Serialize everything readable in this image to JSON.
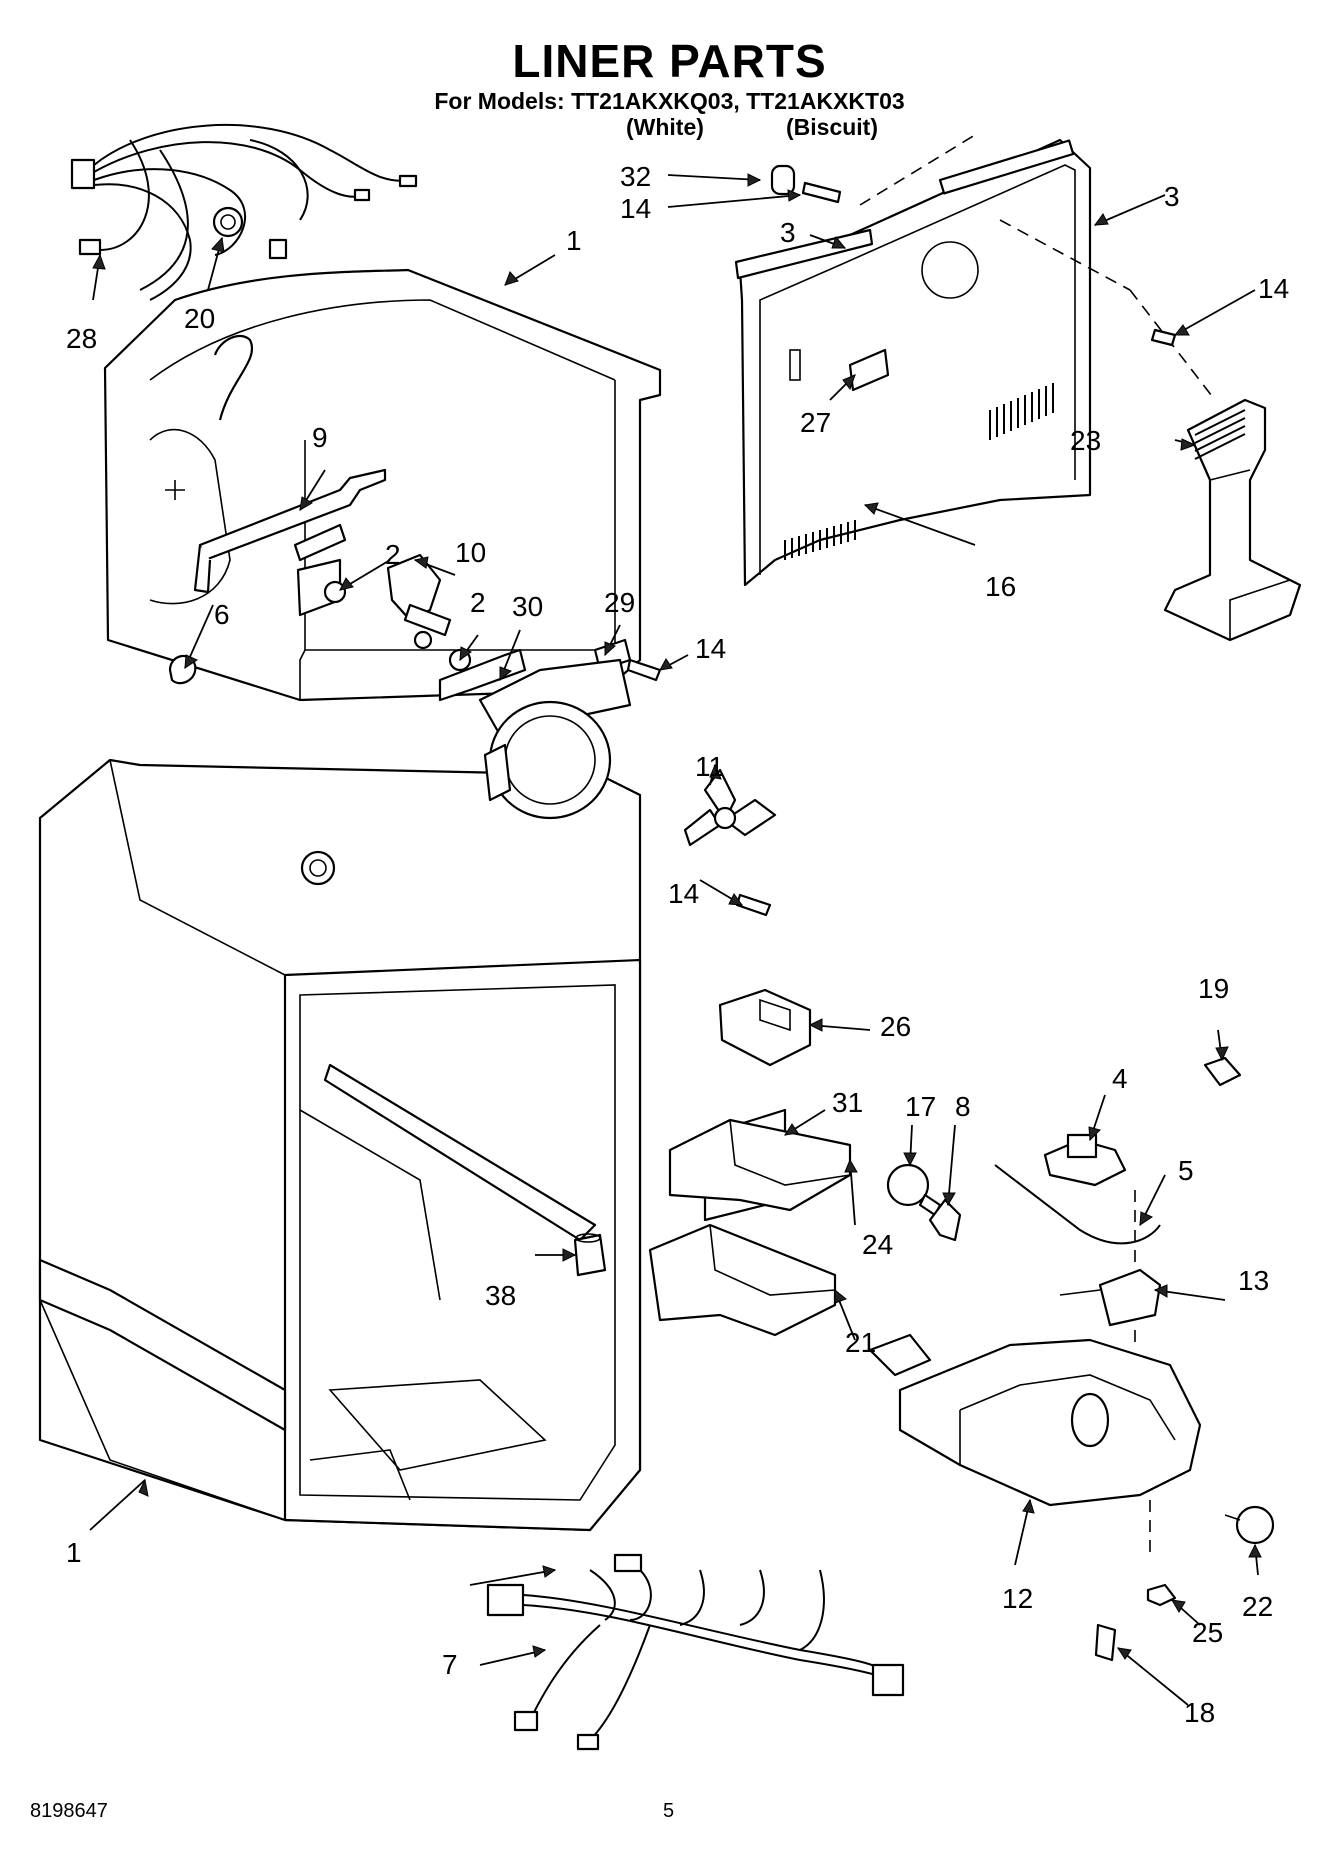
{
  "header": {
    "title": "LINER PARTS",
    "models_line": "For Models: TT21AKXKQ03, TT21AKXKT03",
    "variant_white": "(White)",
    "variant_biscuit": "(Biscuit)"
  },
  "callouts": [
    {
      "id": "c32",
      "label": "32"
    },
    {
      "id": "c14a",
      "label": "14"
    },
    {
      "id": "c3a",
      "label": "3"
    },
    {
      "id": "c3b",
      "label": "3"
    },
    {
      "id": "c14b",
      "label": "14"
    },
    {
      "id": "c1a",
      "label": "1"
    },
    {
      "id": "c28",
      "label": "28"
    },
    {
      "id": "c20",
      "label": "20"
    },
    {
      "id": "c27",
      "label": "27"
    },
    {
      "id": "c23",
      "label": "23"
    },
    {
      "id": "c16",
      "label": "16"
    },
    {
      "id": "c9",
      "label": "9"
    },
    {
      "id": "c2a",
      "label": "2"
    },
    {
      "id": "c10",
      "label": "10"
    },
    {
      "id": "c2b",
      "label": "2"
    },
    {
      "id": "c30",
      "label": "30"
    },
    {
      "id": "c29",
      "label": "29"
    },
    {
      "id": "c14c",
      "label": "14"
    },
    {
      "id": "c6",
      "label": "6"
    },
    {
      "id": "c11",
      "label": "11"
    },
    {
      "id": "c14d",
      "label": "14"
    },
    {
      "id": "c19",
      "label": "19"
    },
    {
      "id": "c26",
      "label": "26"
    },
    {
      "id": "c17",
      "label": "17"
    },
    {
      "id": "c8",
      "label": "8"
    },
    {
      "id": "c31",
      "label": "31"
    },
    {
      "id": "c4",
      "label": "4"
    },
    {
      "id": "c5",
      "label": "5"
    },
    {
      "id": "c24",
      "label": "24"
    },
    {
      "id": "c38",
      "label": "38"
    },
    {
      "id": "c13",
      "label": "13"
    },
    {
      "id": "c21",
      "label": "21"
    },
    {
      "id": "c1b",
      "label": "1"
    },
    {
      "id": "c7",
      "label": "7"
    },
    {
      "id": "c12",
      "label": "12"
    },
    {
      "id": "c22",
      "label": "22"
    },
    {
      "id": "c25",
      "label": "25"
    },
    {
      "id": "c18",
      "label": "18"
    }
  ],
  "footer": {
    "doc_number": "8198647",
    "page_number": "5"
  }
}
